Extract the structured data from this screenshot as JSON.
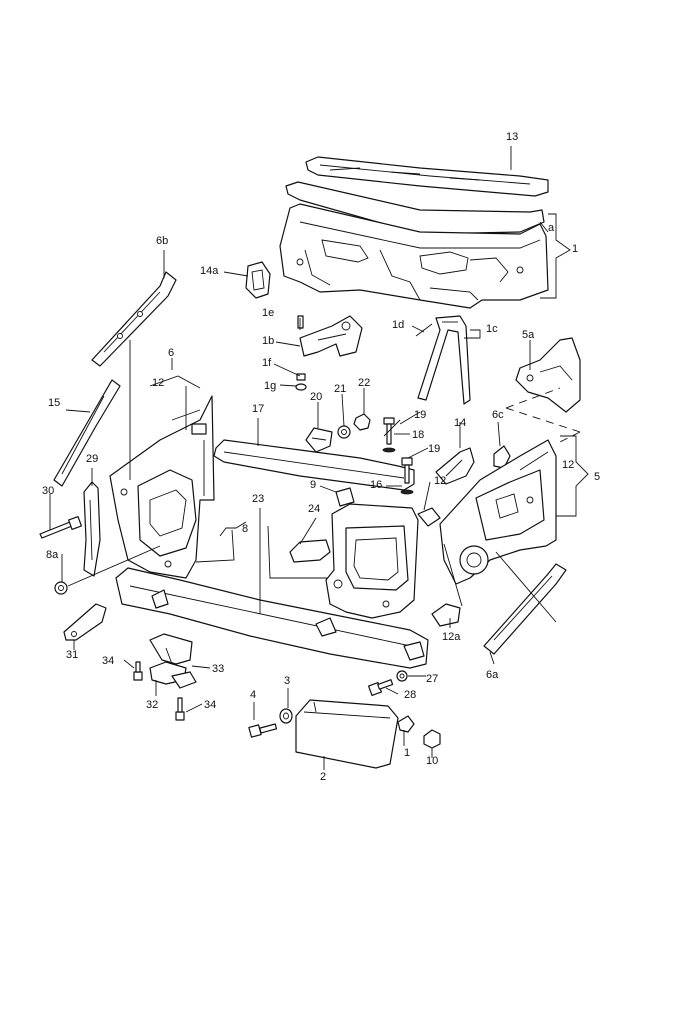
{
  "labels": {
    "p13": "13",
    "p1a": "a",
    "p1": "1",
    "p6b": "6b",
    "p14a": "14a",
    "p1e": "1e",
    "p1d": "1d",
    "p1c": "1c",
    "p5a": "5a",
    "p1b": "1b",
    "p1f": "1f",
    "p1g": "1g",
    "p6": "6",
    "p12_left": "12",
    "p20": "20",
    "p21": "21",
    "p22": "22",
    "p15": "15",
    "p17": "17",
    "p19_top": "19",
    "p14": "14",
    "p6c": "6c",
    "p18": "18",
    "p19_mid": "19",
    "p29": "29",
    "p12_right": "12",
    "p5": "5",
    "p9": "9",
    "p16": "16",
    "p12_mid": "12",
    "p30": "30",
    "p23": "23",
    "p24": "24",
    "p8": "8",
    "p8a": "8a",
    "p12a": "12a",
    "p6a": "6a",
    "p31": "31",
    "p34_top": "34",
    "p33": "33",
    "p27": "27",
    "p32": "32",
    "p4": "4",
    "p3": "3",
    "p28": "28",
    "p34_bottom": "34",
    "p1_bottom": "1",
    "p10": "10",
    "p2": "2"
  }
}
